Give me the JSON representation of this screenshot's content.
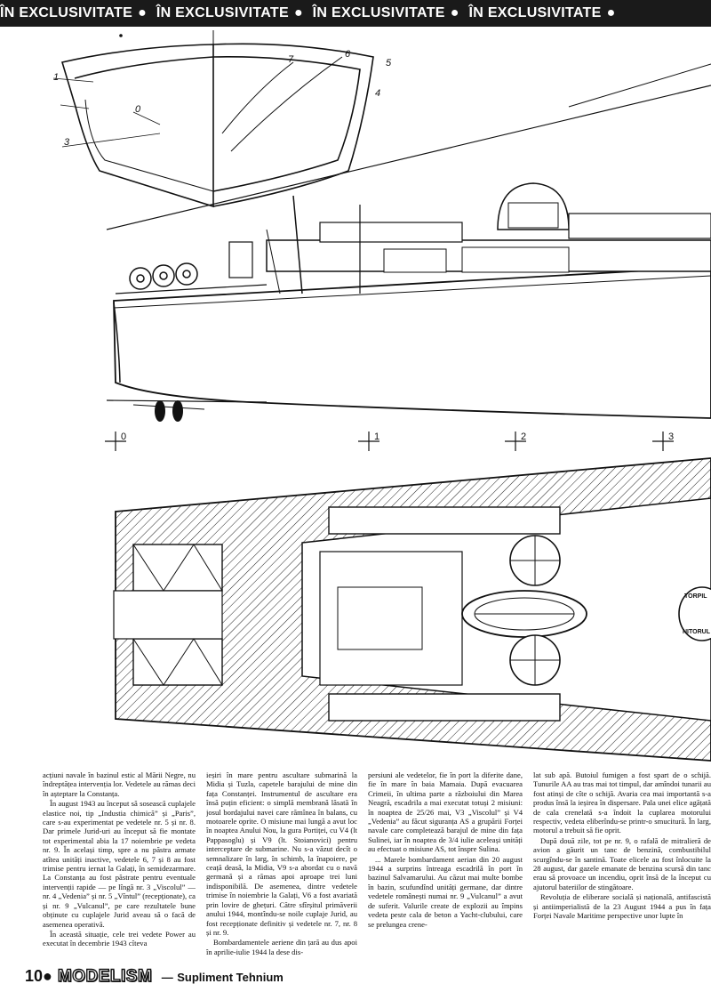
{
  "banner": {
    "items": [
      "ÎN EXCLUSIVITATE",
      "ÎN EXCLUSIVITATE",
      "ÎN EXCLUSIVITATE",
      "ÎN EXCLUSIVITATE"
    ]
  },
  "drawing": {
    "section_labels": [
      "1",
      "0",
      "3",
      "7",
      "6",
      "5",
      "4"
    ],
    "station_labels": [
      "0",
      "1",
      "2",
      "3"
    ],
    "lifebuoy_text": [
      "TORPIL",
      "NITORUL"
    ]
  },
  "article": {
    "col1": [
      "acțiuni navale în bazinul estic al Mării Negre, nu îndreptățea intervenția lor. Vedetele au rămas deci în așteptare la Constanța.",
      "În august 1943 au început să sosească cuplajele elastice noi, tip „Industia chimică” și „Paris”, care s-au experimentat pe vedetele nr. 5 și nr. 8. Dar primele Jurid-uri au început să fie montate tot experimental abia la 17 noiembrie pe vedeta nr. 9. În același timp, spre a nu păstra armate atîtea unități inactive, vedetele 6, 7 și 8 au fost trimise pentru iernat la Galați, în semidezarmare. La Constanța au fost păstrate pentru eventuale intervenții rapide — pe lîngă nr. 3 „Viscolul” — nr. 4 „Vedenia” și nr. 5 „Vîntul” (recepționate), ca și nr. 9 „Vulcanul”, pe care rezultatele bune obținute cu cuplajele Jurid aveau să o facă de asemenea operativă.",
      "În această situație, cele trei vedete Power au executat în decembrie 1943 cîteva"
    ],
    "col2": [
      "ieșiri în mare pentru ascultare submarină la Midia și Tuzla, capetele barajului de mine din fața Constanței. Instrumentul de ascultare era însă puțin eficient: o simplă membrană lăsată în josul bordajului navei care rămînea în balans, cu motoarele oprite. O misiune mai lungă a avut loc în noaptea Anului Nou, la gura Portiței, cu V4 (lt Pappasoglu) și V9 (lt. Stoianovici) pentru interceptare de submarine. Nu s-a văzut decît o semnalizare în larg, în schimb, la înapoiere, pe ceață deasă, la Midia, V9 s-a abordat cu o navă germană și a rămas apoi aproape trei luni indisponibilă. De asemenea, dintre vedetele trimise în noiembrie la Galați, V6 a fost avariată prin lovire de ghețuri. Către sfîrșitul primăverii anului 1944, montîndu-se noile cuplaje Jurid, au fost recepționate definitiv și vedetele nr. 7, nr. 8 și nr. 9.",
      "Bombardamentele aeriene din țară au dus apoi în aprilie-iulie 1944 la dese dis-"
    ],
    "col3": [
      "persiuni ale vedetelor, fie în port la diferite dane, fie în mare în baia Mamaia. După evacuarea Crimeii, în ultima parte a războiului din Marea Neagră, escadrila a mai executat totuși 2 misiuni: în noaptea de 25/26 mai, V3 „Viscolul” și V4 „Vedenia” au făcut siguranța AS a grupării Forței navale care completează barajul de mine din fața Sulinei, iar în noaptea de 3/4 iulie aceleași unități au efectuat o misiune AS, tot înspre Sulina.",
      "... Marele bombardament aerian din 20 august 1944 a surprins întreaga escadrilă în port în bazinul Salvamarului. Au căzut mai multe bombe în bazin, scufundînd unități germane, dar dintre vedetele românești numai nr. 9 „Vulcanul” a avut de suferit. Valurile create de explozii au împins vedeta peste cala de beton a Yacht-clubului, care se prelungea crene-"
    ],
    "col4": [
      "lat sub apă. Butoiul fumigen a fost spart de o schijă. Tunurile AA au tras mai tot timpul, dar amîndoi tunarii au fost atinși de cîte o schijă. Avaria cea mai importantă s-a produs însă la ieșirea în dispersare. Pala unei elice agățată de cala crenelată s-a îndoit la cuplarea motorului respectiv, vedeta eliberîndu-se printr-o smucitură. În larg, motorul a trebuit să fie oprit.",
      "După două zile, tot pe nr. 9, o rafală de mitralieră de avion a găurit un tanc de benzină, combustibilul scurgîndu-se în santină. Toate elicele au fost înlocuite la 28 august, dar gazele emanate de benzina scursă din tanc erau să provoace un incendiu, oprit însă de la început cu ajutorul bateriilor de stingătoare.",
      "Revoluția de eliberare socială și națională, antifascistă și antiimperialistă de la 23 August 1944 a pus în fața Forței Navale Maritime perspective unor lupte în"
    ]
  },
  "footer": {
    "page_number": "10",
    "magazine": "MODELISM",
    "dash": "—",
    "supplement": "Supliment Tehnium"
  }
}
